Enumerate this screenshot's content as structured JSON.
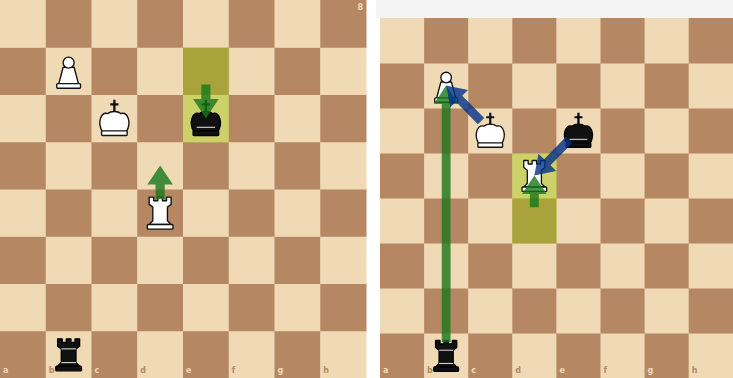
{
  "diagram": {
    "labels": [
      "a",
      "b",
      "c",
      "d",
      "e",
      "f",
      "g",
      "h",
      "8",
      "a",
      "b",
      "c",
      "d",
      "e",
      "f",
      "g",
      "h"
    ]
  }
}
